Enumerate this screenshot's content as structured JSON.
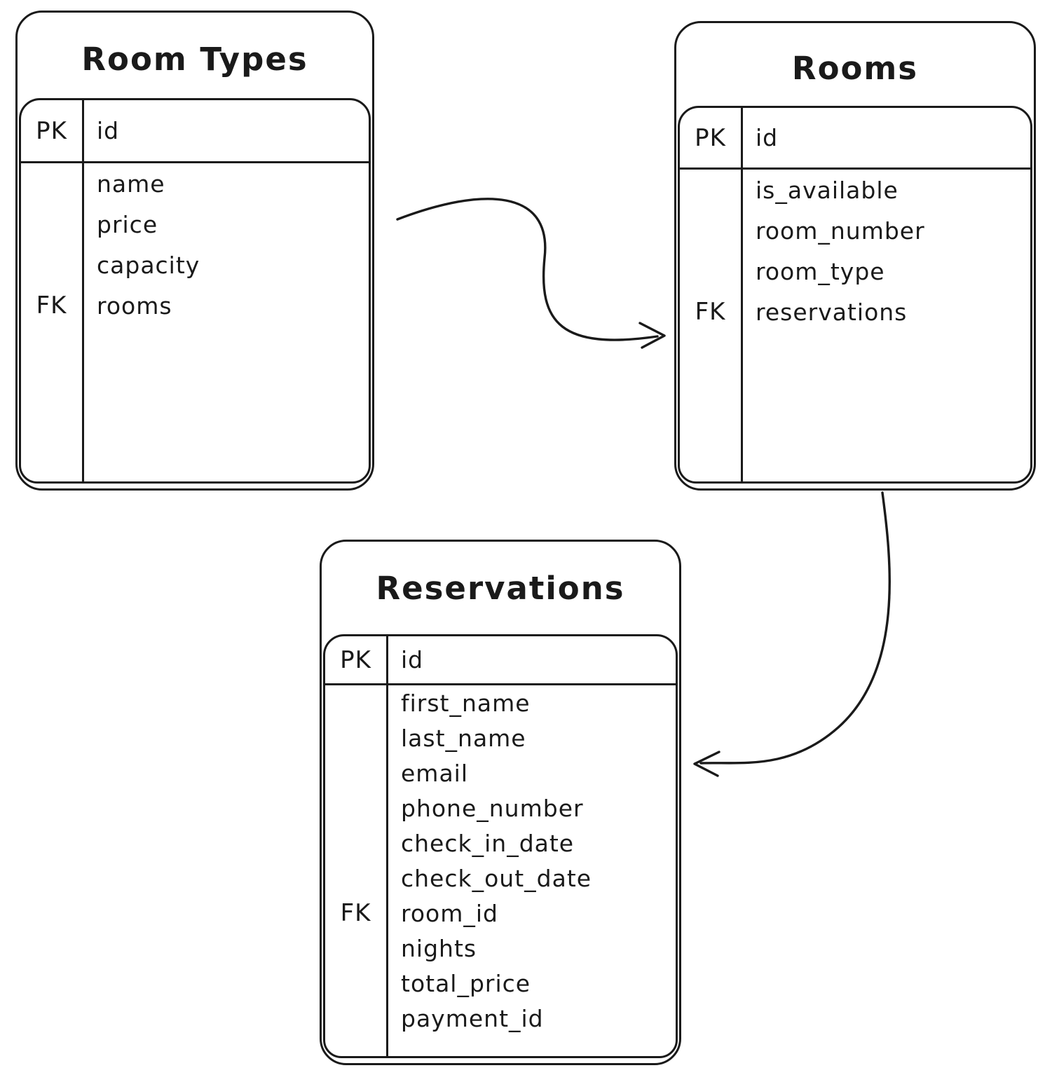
{
  "diagram": {
    "colors": {
      "stroke": "#1a1a1a",
      "background": "#ffffff"
    },
    "tables": [
      {
        "title": "Room Types",
        "pk_key": "PK",
        "pk_field": "id",
        "fields": [
          {
            "key": "",
            "name": "name"
          },
          {
            "key": "",
            "name": "price"
          },
          {
            "key": "",
            "name": "capacity"
          },
          {
            "key": "FK",
            "name": "rooms"
          }
        ]
      },
      {
        "title": "Rooms",
        "pk_key": "PK",
        "pk_field": "id",
        "fields": [
          {
            "key": "",
            "name": "is_available"
          },
          {
            "key": "",
            "name": "room_number"
          },
          {
            "key": "",
            "name": "room_type"
          },
          {
            "key": "FK",
            "name": "reservations"
          }
        ]
      },
      {
        "title": "Reservations",
        "pk_key": "PK",
        "pk_field": "id",
        "fields": [
          {
            "key": "",
            "name": "first_name"
          },
          {
            "key": "",
            "name": "last_name"
          },
          {
            "key": "",
            "name": "email"
          },
          {
            "key": "",
            "name": "phone_number"
          },
          {
            "key": "",
            "name": "check_in_date"
          },
          {
            "key": "",
            "name": "check_out_date"
          },
          {
            "key": "FK",
            "name": "room_id"
          },
          {
            "key": "",
            "name": "nights"
          },
          {
            "key": "",
            "name": "total_price"
          },
          {
            "key": "",
            "name": "payment_id"
          }
        ]
      }
    ],
    "relations": [
      {
        "from": "Room Types",
        "to": "Rooms"
      },
      {
        "from": "Rooms",
        "to": "Reservations"
      }
    ]
  }
}
